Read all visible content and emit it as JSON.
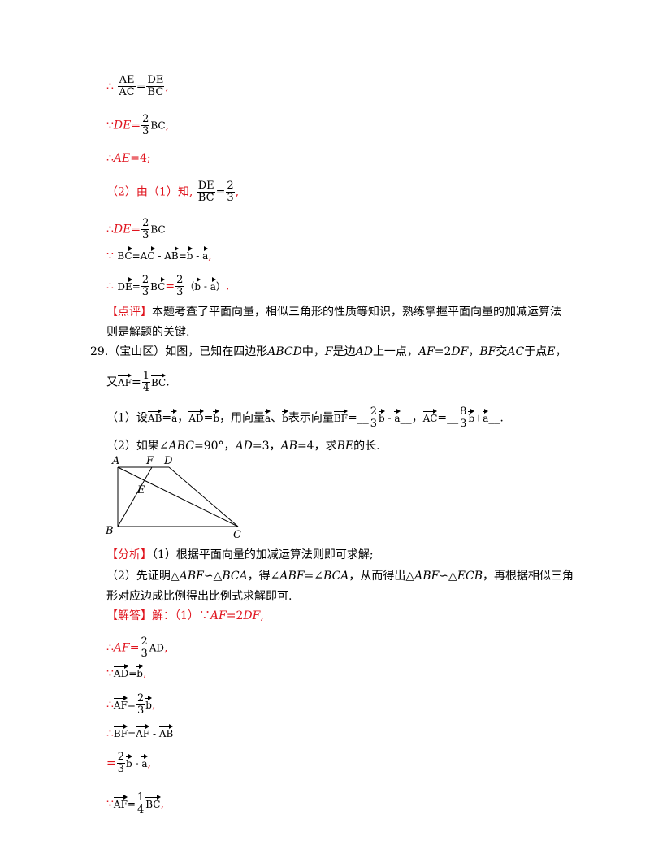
{
  "lines": {
    "l1_prefix": "∴",
    "l1_frac1_num": "AE",
    "l1_frac1_den": "AC",
    "l1_eq": "=",
    "l1_frac2_num": "DE",
    "l1_frac2_den": "BC",
    "l1_end": ",",
    "l2_prefix": "∵",
    "l2_var": "DE",
    "l2_eq": "=",
    "l2_num": "2",
    "l2_den": "3",
    "l2_tail": "BC",
    "l2_end": ",",
    "l3_prefix": "∴",
    "l3_var": "AE",
    "l3_rest": "=4;",
    "l4_prefix": "（2）由（1）知,",
    "l4_num1": "DE",
    "l4_den1": "BC",
    "l4_eq": "=",
    "l4_num2": "2",
    "l4_den2": "3",
    "l4_end": ",",
    "l5_prefix": "∴",
    "l5_var": "DE",
    "l5_eq": "=",
    "l5_num": "2",
    "l5_den": "3",
    "l5_tail": "BC",
    "l6_prefix": "∵",
    "l6_v1": "BC",
    "l6_eq1": "=",
    "l6_v2": "AC",
    "l6_minus": " - ",
    "l6_v3": "AB",
    "l6_eq2": "=",
    "l6_v4": "b",
    "l6_minus2": " - ",
    "l6_v5": "a",
    "l6_end": ",",
    "l7_prefix": "∴",
    "l7_v1": "DE",
    "l7_eq1": "=",
    "l7_num1": "2",
    "l7_den1": "3",
    "l7_v2": "BC",
    "l7_eq2": "=",
    "l7_num2": "2",
    "l7_den2": "3",
    "l7_paren_open": "（",
    "l7_v3": "b",
    "l7_minus": " - ",
    "l7_v4": "a",
    "l7_paren_close": "）",
    "l7_end": "."
  },
  "comment": {
    "tag": "【点评】",
    "text1": "本题考查了平面向量，相似三角形的性质等知识，熟练掌握平面向量的加减运算法",
    "text2": "则是解题的关键."
  },
  "problem29": {
    "number": "29.",
    "text1a": "（宝山区）如图，已知在四边形",
    "abcd": "ABCD",
    "text1b": "中，",
    "F": "F",
    "text1c": "是边",
    "AD": "AD",
    "text1d": "上一点，",
    "AF2DF": "AF",
    "text1e": "=2",
    "DF": "DF",
    "text1f": "，",
    "BF": "BF",
    "text1g": "交",
    "AC": "AC",
    "text1h": "于点",
    "E": "E",
    "text1i": "，",
    "text2a": "又",
    "t2_v1": "AF",
    "t2_eq": "=",
    "t2_num": "1",
    "t2_den": "4",
    "t2_v2": "BC",
    "t2_end": ".",
    "q1a": "（1）设",
    "q1_v1": "AB",
    "q1_eq1": "=",
    "q1_a": "a",
    "q1_c1": "，",
    "q1_v2": "AD",
    "q1_eq2": "=",
    "q1_b": "b",
    "q1_c2": "，用向量",
    "q1_a2": "a",
    "q1_c3": "、",
    "q1_b2": "b",
    "q1_c4": "表示向量",
    "q1_v3": "BF",
    "q1_eq3": "=",
    "q1_blank1_pre": "__",
    "q1_ans1_num": "2",
    "q1_ans1_den": "3",
    "q1_ans1_b": "b",
    "q1_ans1_minus": " - ",
    "q1_ans1_a": "a",
    "q1_blank1_post": "__",
    "q1_c5": "，",
    "q1_v4": "AC",
    "q1_eq4": "=",
    "q1_blank2_pre": "__",
    "q1_ans2_num": "8",
    "q1_ans2_den": "3",
    "q1_ans2_b": "b",
    "q1_ans2_plus": "+",
    "q1_ans2_a": "a",
    "q1_blank2_post": "__",
    "q1_end": ".",
    "q2a": "（2）如果∠",
    "q2_abc": "ABC",
    "q2b": "=90°，",
    "q2_ad": "AD",
    "q2c": "=3，",
    "q2_ab": "AB",
    "q2d": "=4，求",
    "q2_be": "BE",
    "q2e": "的长."
  },
  "figure": {
    "labels": {
      "A": "A",
      "F": "F",
      "D": "D",
      "E": "E",
      "B": "B",
      "C": "C"
    }
  },
  "analysis": {
    "tag": "【分析】",
    "text1": "（1）根据平面向量的加减运算法则即可求解;",
    "text2a": "（2）先证明△",
    "t2_abf": "ABF",
    "text2b": "∽△",
    "t2_bca": "BCA",
    "text2c": "，得∠",
    "t2_abf2": "ABF",
    "text2d": "=∠",
    "t2_bca2": "BCA",
    "text2e": "，从而得出△",
    "t2_abf3": "ABF",
    "text2f": "∽△",
    "t2_ecb": "ECB",
    "text2g": "，再根据相似三角",
    "text3": "形对应边成比例得出比例式求解即可."
  },
  "answer": {
    "tag": "【解答】",
    "text1a": "解：（1）∵",
    "a1_af": "AF",
    "a1_eq": "=2",
    "a1_df": "DF",
    "a1_end": ",",
    "a2_prefix": "∴",
    "a2_var": "AF",
    "a2_eq": "=",
    "a2_num": "2",
    "a2_den": "3",
    "a2_tail": "AD",
    "a2_end": ",",
    "a3_prefix": "∵",
    "a3_v1": "AD",
    "a3_eq": "=",
    "a3_v2": "b",
    "a3_end": ",",
    "a4_prefix": "∴",
    "a4_v1": "AF",
    "a4_eq": "=",
    "a4_num": "2",
    "a4_den": "3",
    "a4_v2": "b",
    "a4_end": ",",
    "a5_prefix": "∴",
    "a5_v1": "BF",
    "a5_eq": "=",
    "a5_v2": "AF",
    "a5_minus": " - ",
    "a5_v3": "AB",
    "a6_eq": "=",
    "a6_num": "2",
    "a6_den": "3",
    "a6_b": "b",
    "a6_minus": " - ",
    "a6_a": "a",
    "a6_end": ",",
    "a7_prefix": "∵",
    "a7_v1": "AF",
    "a7_eq": "=",
    "a7_num": "1",
    "a7_den": "4",
    "a7_v2": "BC",
    "a7_end": ","
  }
}
